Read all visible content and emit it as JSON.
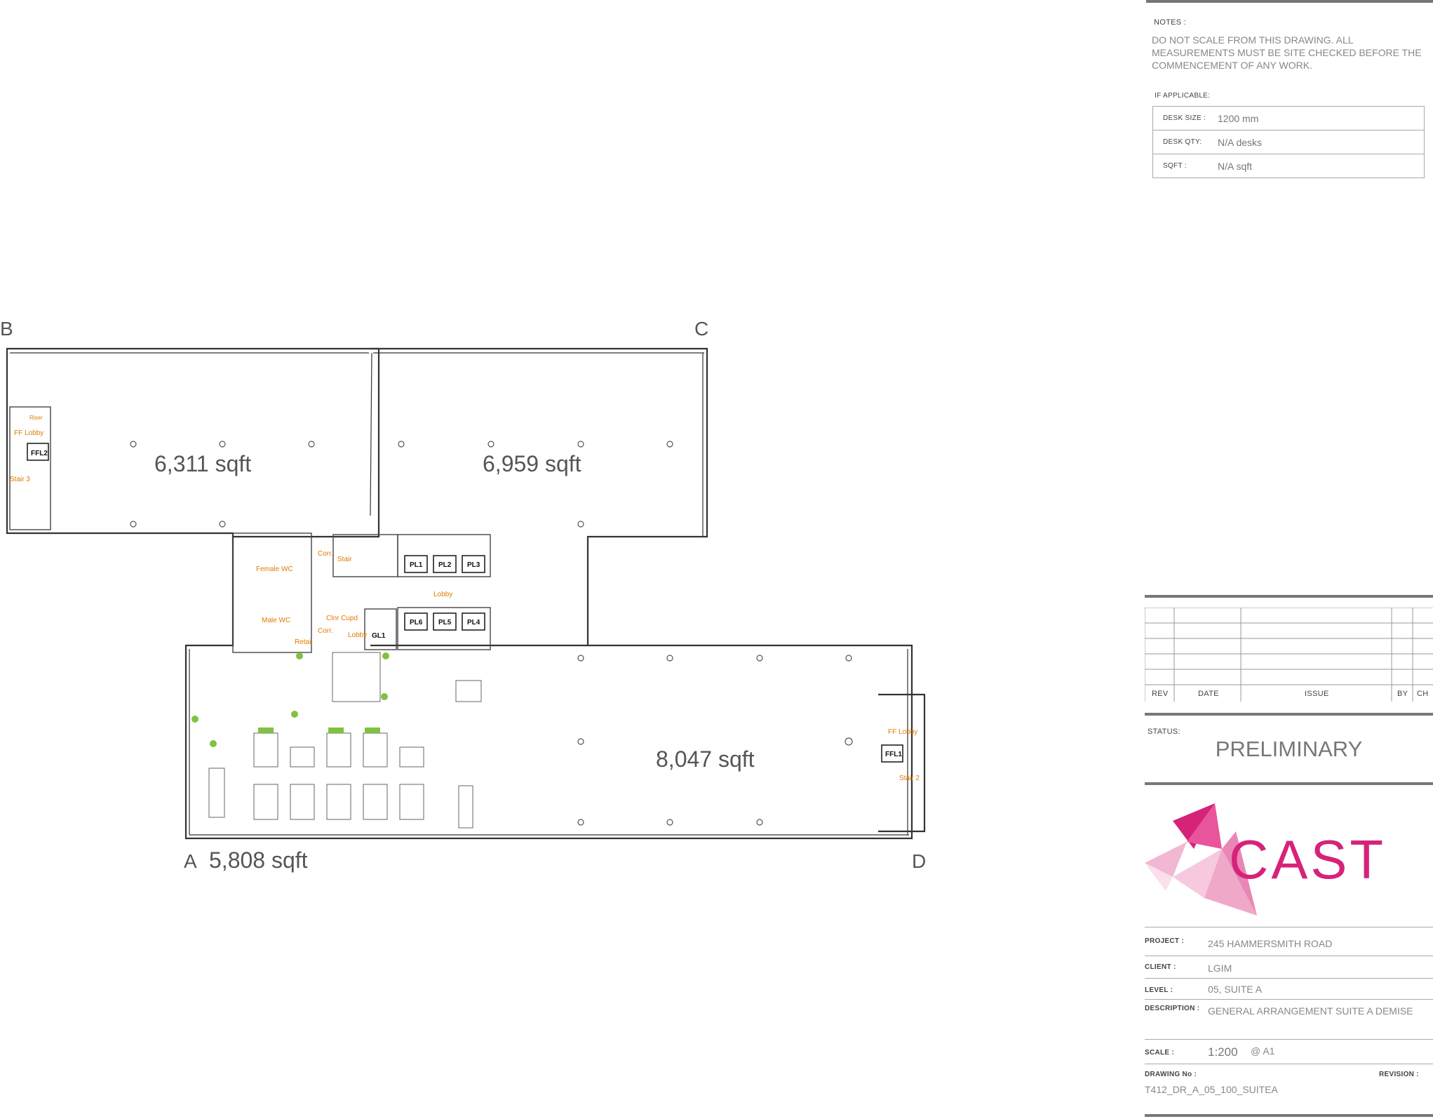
{
  "notes": {
    "title": "NOTES :",
    "text": "DO NOT SCALE FROM THIS DRAWING. ALL MEASUREMENTS MUST BE SITE CHECKED BEFORE THE COMMENCEMENT OF ANY WORK.",
    "if_applicable": "IF APPLICABLE:",
    "rows": [
      {
        "label": "DESK SIZE :",
        "value": "1200 mm"
      },
      {
        "label": "DESK QTY:",
        "value": "N/A desks"
      },
      {
        "label": "SQFT :",
        "value": "N/A sqft"
      }
    ]
  },
  "revisions": {
    "headers": [
      "REV",
      "DATE",
      "ISSUE",
      "BY",
      "CH"
    ]
  },
  "status": {
    "label": "STATUS:",
    "value": "PRELIMINARY"
  },
  "logo": {
    "text": "CAST",
    "color": "#d6237a"
  },
  "project_info": {
    "project_label": "PROJECT :",
    "project": "245 HAMMERSMITH ROAD",
    "client_label": "CLIENT :",
    "client": "LGIM",
    "level_label": "LEVEL :",
    "level": "05, SUITE A",
    "description_label": "DESCRIPTION :",
    "description": "GENERAL ARRANGEMENT SUITE A DEMISE",
    "scale_label": "SCALE :",
    "scale": "1:200",
    "scale_sheet": "@ A1",
    "drawing_no_label": "DRAWING No :",
    "drawing_no": "T412_DR_A_05_100_SUITEA",
    "revision_label": "REVISION :"
  },
  "plan": {
    "corners": {
      "a": "A",
      "b": "B",
      "c": "C",
      "d": "D"
    },
    "areas": {
      "b_zone": "6,311 sqft",
      "c_zone": "6,959 sqft",
      "d_zone": "8,047 sqft",
      "a_zone": "5,808 sqft"
    },
    "rooms": {
      "riser": "Riser",
      "ff_lobby": "FF Lobby",
      "ffl2": "FFL2",
      "ffl1": "FFL1",
      "stair3": "Stair 3",
      "stair2": "Stair 2",
      "stair": "Stair",
      "corr": "Corr.",
      "female_wc": "Female WC",
      "male_wc": "Male WC",
      "lobby": "Lobby",
      "gl1": "GL1",
      "retail": "Retail",
      "clnr_cupd": "Clnr Cupd",
      "pl1": "PL1",
      "pl2": "PL2",
      "pl3": "PL3",
      "pl4": "PL4",
      "pl5": "PL5",
      "pl6": "PL6"
    }
  }
}
